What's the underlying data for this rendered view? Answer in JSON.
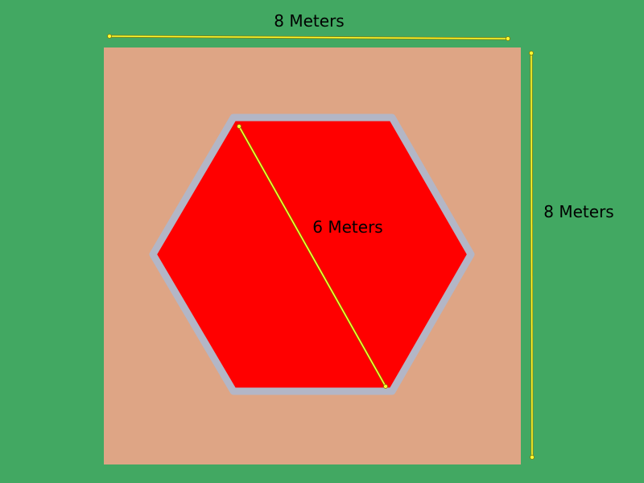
{
  "colors": {
    "background": "#42A862",
    "square_fill": "#DEA585",
    "hexagon_fill": "#FF0000",
    "hexagon_border": "#B3B6C6",
    "measure_line": "#FFFF33",
    "measure_line_outline": "#8A7A00",
    "text": "#000000"
  },
  "labels": {
    "square_width": "8 Meters",
    "square_height": "8 Meters",
    "hexagon_diagonal": "6 Meters"
  }
}
